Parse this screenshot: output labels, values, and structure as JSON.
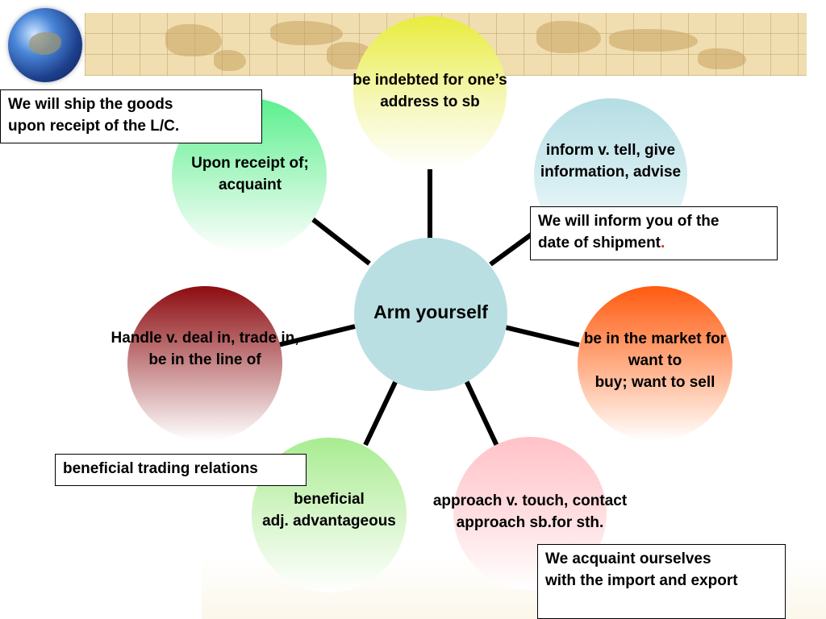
{
  "center": {
    "label": "Arm yourself"
  },
  "nodes": {
    "top": {
      "lines": [
        "be indebted for one’s",
        "address to sb"
      ]
    },
    "upper_right": {
      "lines": [
        "inform v. tell, give",
        "information, advise"
      ]
    },
    "right": {
      "lines": [
        "be in the market for",
        "want to",
        "buy; want to sell"
      ]
    },
    "lower_right": {
      "lines": [
        "approach v. touch, contact",
        "approach sb.for sth."
      ]
    },
    "bottom": {
      "lines": [
        "beneficial",
        "adj. advantageous"
      ]
    },
    "left": {
      "lines": [
        "Handle v. deal in, trade in,",
        "be in the line of"
      ]
    },
    "upper_left": {
      "lines": [
        "Upon receipt of;",
        "acquaint"
      ]
    }
  },
  "examples": {
    "ship_goods": {
      "lines": [
        "We will ship the goods",
        "upon receipt of the L/C."
      ]
    },
    "inform": {
      "lines": [
        "We will inform you of the",
        "date of shipment"
      ],
      "trailing": "."
    },
    "beneficial": {
      "text": "beneficial trading relations"
    },
    "acquaint": {
      "lines": [
        "We acquaint ourselves",
        "with the import and export"
      ]
    }
  },
  "colors": {
    "top": "#e8ec3c",
    "upper_right": "#b5dde4",
    "right": "#ff5a10",
    "lower_right": "#ffc2c8",
    "bottom": "#a8ec90",
    "left": "#8c0c10",
    "upper_left": "#5af08e",
    "center": "#b9dfe2",
    "banner": "#f0deb0"
  },
  "icons": {
    "header_logo": "globe-icon"
  }
}
